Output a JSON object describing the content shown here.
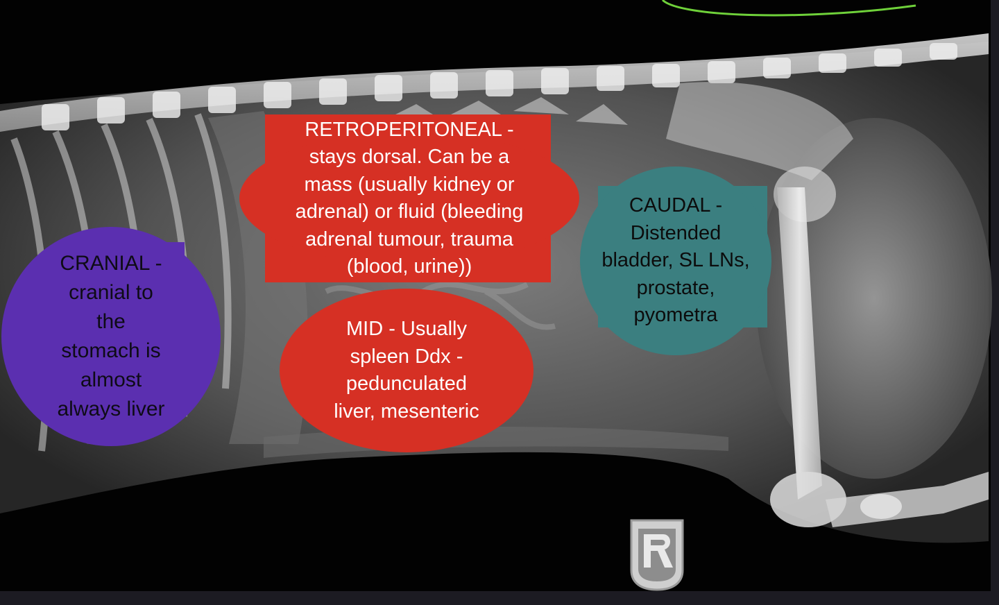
{
  "labels": {
    "cranial": {
      "lines": [
        "CRANIAL -",
        "cranial to",
        "the",
        "stomach is",
        "almost",
        "always liver"
      ],
      "color": "#5b2fb0"
    },
    "retroperitoneal": {
      "lines": [
        "RETROPERITONEAL -",
        "stays dorsal. Can be a",
        "mass (usually kidney or",
        "adrenal) or fluid (bleeding",
        "adrenal tumour, trauma",
        "(blood, urine))"
      ],
      "color": "#d63024"
    },
    "mid": {
      "lines": [
        "MID - Usually",
        "spleen Ddx -",
        "pedunculated",
        "liver, mesenteric"
      ],
      "color": "#d63024"
    },
    "caudal": {
      "lines": [
        "CAUDAL -",
        "Distended",
        "bladder, SL LNs,",
        "prostate,",
        "pyometra"
      ],
      "color": "#3b7f80"
    }
  },
  "colors": {
    "annotation_stroke": "#6fd13a",
    "marker_fill": "#cfcfcf"
  },
  "icons": {
    "side_marker": "r-marker-icon"
  }
}
